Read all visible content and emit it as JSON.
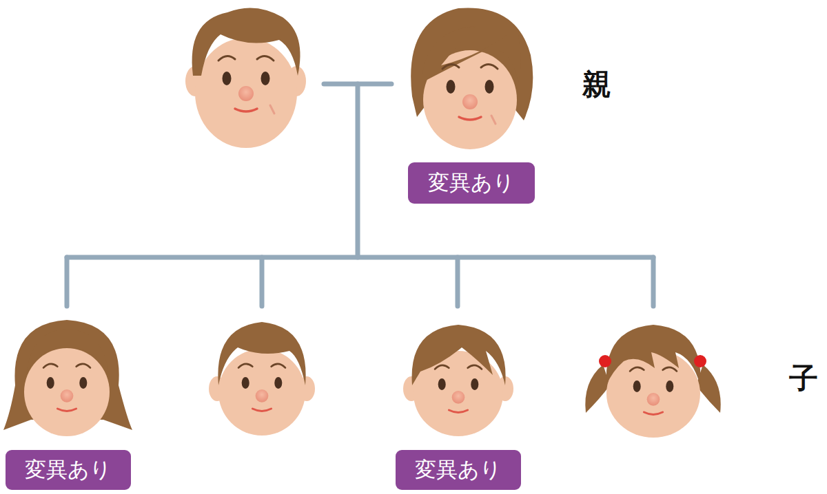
{
  "diagram": {
    "nodes": [
      {
        "text": [
          "変異あり"
        ]
      },
      {
        "text": [
          "変異あり"
        ]
      },
      {
        "text": [
          "変異あり"
        ]
      }
    ],
    "labels": [
      "親",
      "子"
    ]
  }
}
